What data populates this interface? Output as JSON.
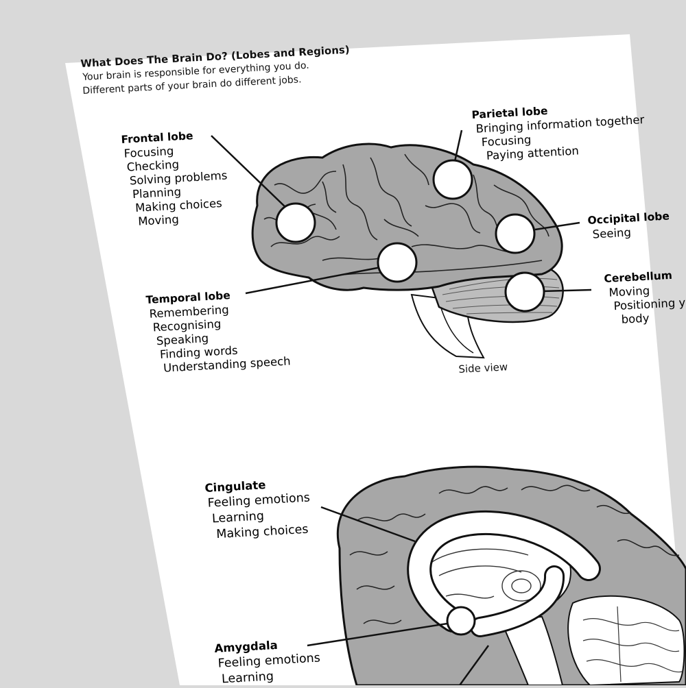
{
  "worksheet": {
    "title": "What Does The Brain Do? (Lobes and Regions)",
    "intro_line1": "Your brain is responsible for everything you do.",
    "intro_line2": "Different parts of your brain do different jobs."
  },
  "side_view": {
    "caption": "Side view",
    "regions": {
      "frontal": {
        "name": "Frontal lobe",
        "functions": [
          "Focusing",
          "Checking",
          "Solving problems",
          "Planning",
          "Making choices",
          "Moving"
        ]
      },
      "parietal": {
        "name": "Parietal lobe",
        "functions": [
          "Bringing information together",
          "Focusing",
          "Paying attention"
        ]
      },
      "occipital": {
        "name": "Occipital lobe",
        "functions": [
          "Seeing"
        ]
      },
      "temporal": {
        "name": "Temporal lobe",
        "functions": [
          "Remembering",
          "Recognising",
          "Speaking",
          "Finding words",
          "Understanding speech"
        ]
      },
      "cerebellum": {
        "name": "Cerebellum",
        "functions": [
          "Moving",
          "Positioning y",
          "body"
        ]
      }
    }
  },
  "inner_view": {
    "regions": {
      "cingulate": {
        "name": "Cingulate",
        "functions": [
          "Feeling emotions",
          "Learning",
          "Making choices"
        ]
      },
      "amygdala": {
        "name": "Amygdala",
        "functions": [
          "Feeling emotions",
          "Learning"
        ]
      }
    }
  },
  "colors": {
    "background": "#d9d9d9",
    "paper": "#ffffff",
    "brain_fill": "#a7a7a7",
    "ink": "#111111"
  }
}
